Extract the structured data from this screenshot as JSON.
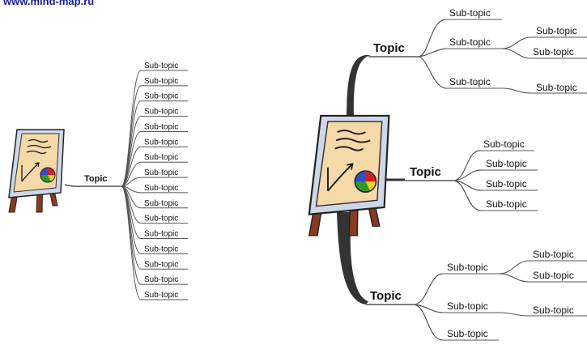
{
  "header": {
    "site_link": "www.mind-map.ru"
  },
  "left_map": {
    "topic": "Topic",
    "subtopics": [
      "Sub-topic",
      "Sub-topic",
      "Sub-topic",
      "Sub-topic",
      "Sub-topic",
      "Sub-topic",
      "Sub-topic",
      "Sub-topic",
      "Sub-topic",
      "Sub-topic",
      "Sub-topic",
      "Sub-topic",
      "Sub-topic",
      "Sub-topic",
      "Sub-topic",
      "Sub-topic"
    ]
  },
  "right_map": {
    "topic_top": {
      "label": "Topic",
      "subtopics": [
        {
          "label": "Sub-topic",
          "children": []
        },
        {
          "label": "Sub-topic",
          "children": [
            "Sub-topic",
            "Sub-topic"
          ]
        },
        {
          "label": "Sub-topic",
          "children": [
            "Sub-topic"
          ]
        }
      ]
    },
    "topic_middle": {
      "label": "Topic",
      "subtopics": [
        "Sub-topic",
        "Sub-topic",
        "Sub-topic",
        "Sub-topic"
      ]
    },
    "topic_bottom": {
      "label": "Topic",
      "subtopics": [
        {
          "label": "Sub-topic",
          "children": [
            "Sub-topic",
            "Sub-topic"
          ]
        },
        {
          "label": "Sub-topic",
          "children": [
            "Sub-topic"
          ]
        },
        {
          "label": "Sub-topic",
          "children": []
        }
      ]
    }
  },
  "colors": {
    "line": "#555555",
    "easel_leg": "#8b3a1c",
    "board_frame": "#cfd8e8",
    "paper": "#f6d9a8",
    "ink": "#1a1a1a",
    "pie_green": "#2e9a2e",
    "pie_red": "#d32020",
    "pie_yellow": "#f2d21a",
    "pie_blue": "#2a4fcf",
    "header_link": "#1a1a9c"
  }
}
